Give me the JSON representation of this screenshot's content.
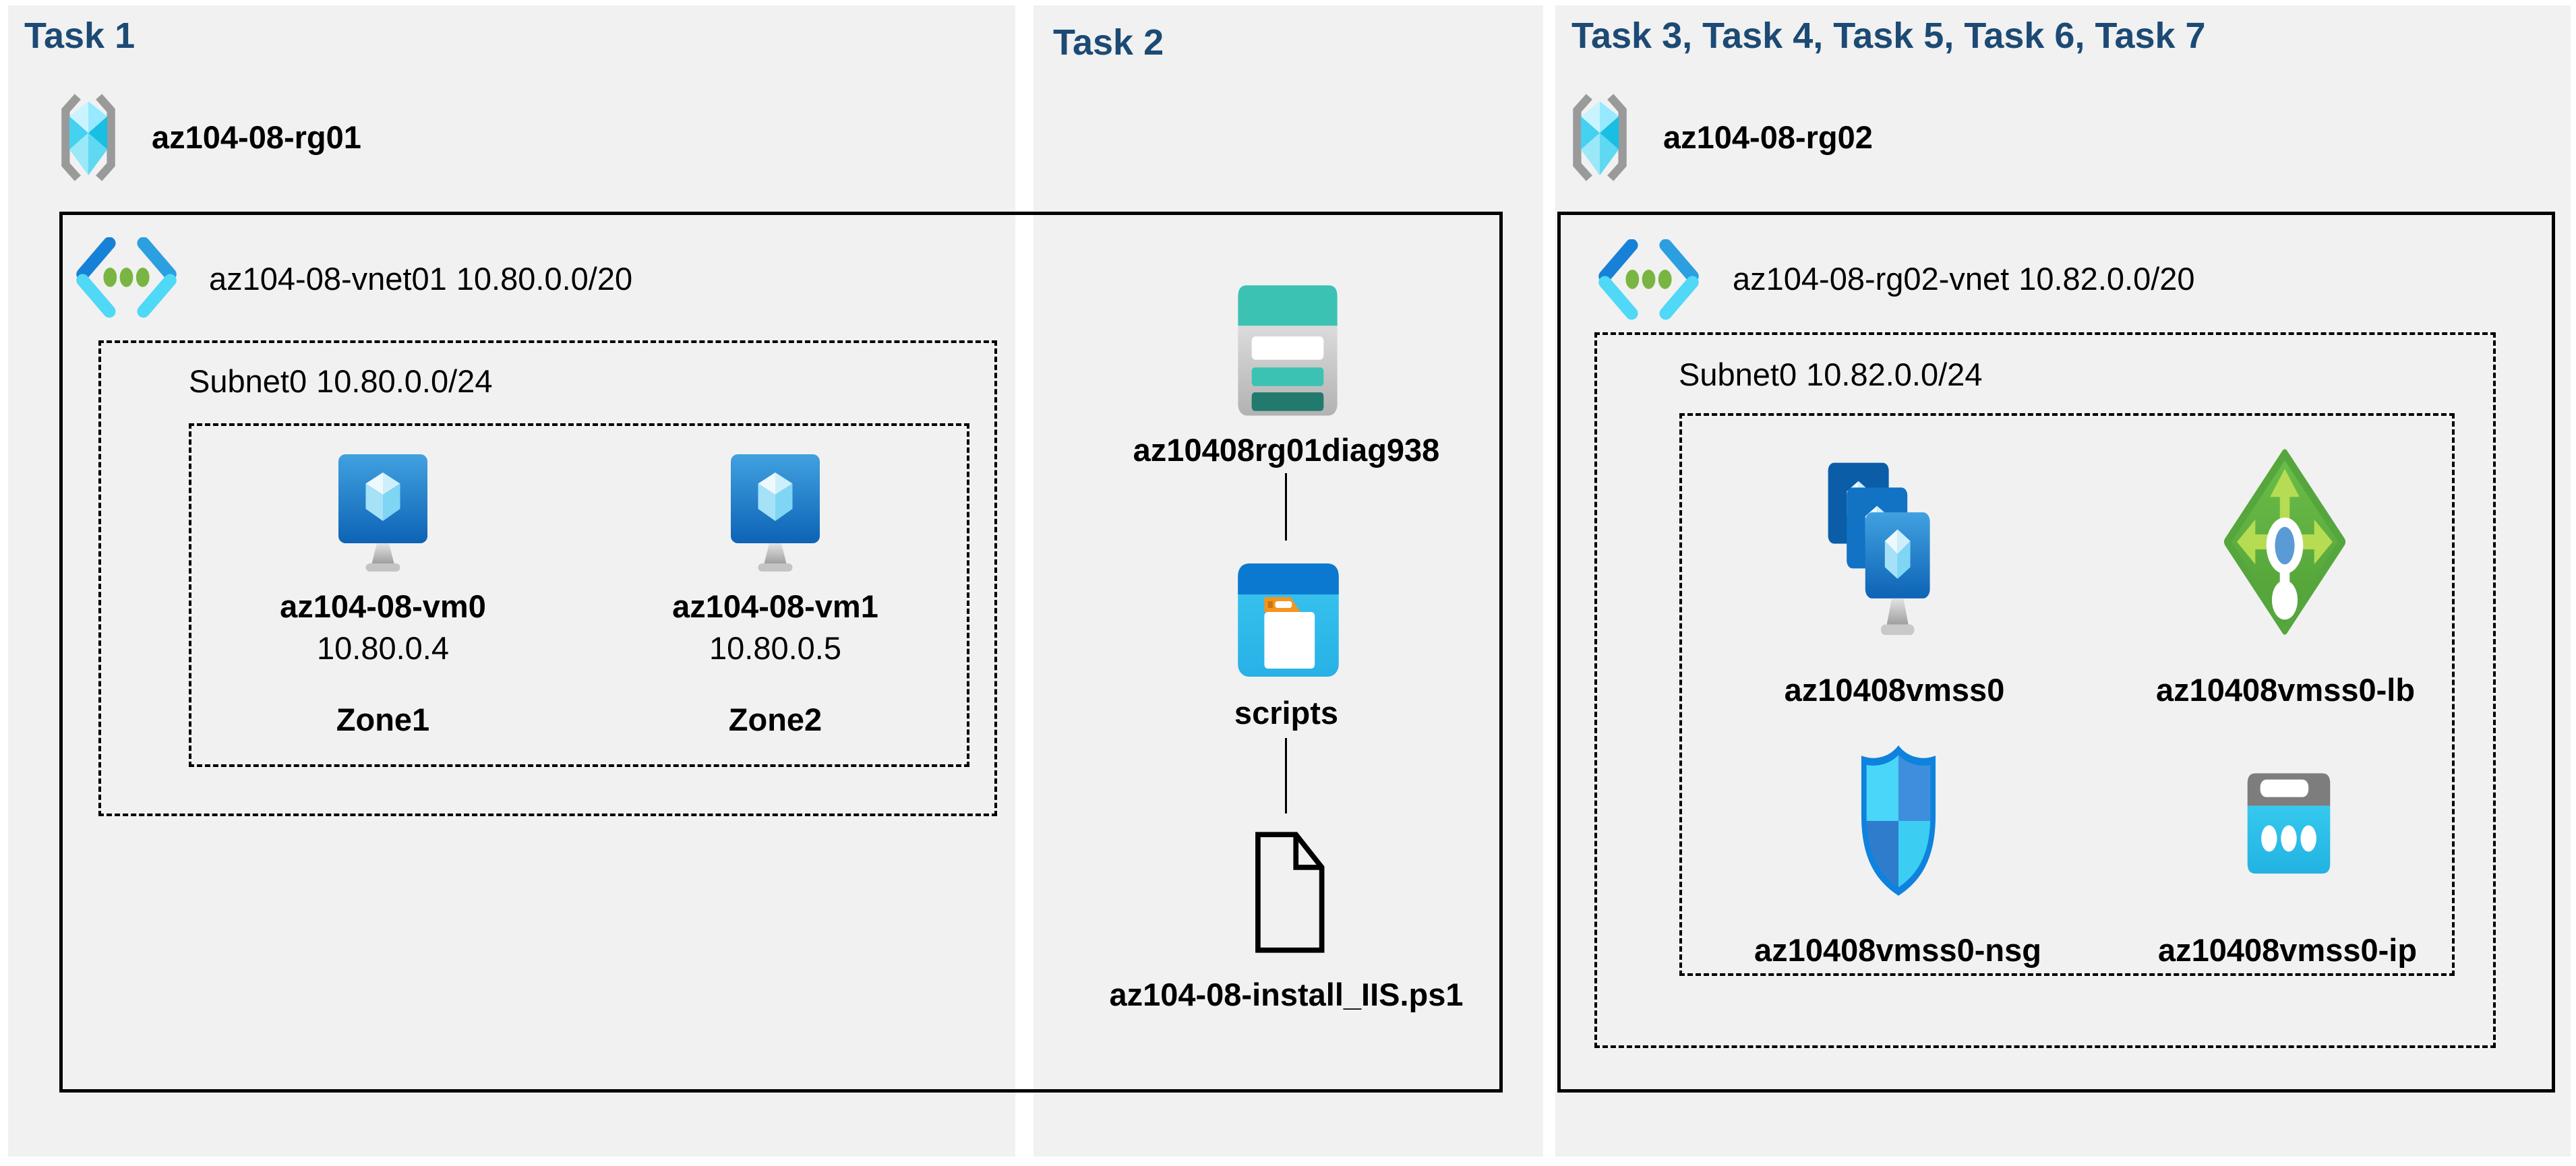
{
  "colors": {
    "page_background": "#ffffff",
    "panel_background": "#f1f1f1",
    "task_title": "#1c4a74",
    "diagram_lines": "#000000",
    "azure_blue": "#0d63b5",
    "cyan": "#50d8f7",
    "teal": "#3bc2b3",
    "green": "#5dbb46",
    "orange": "#f5941e"
  },
  "panels": [
    {
      "id": "task1",
      "title": "Task 1",
      "resource_group": "az104-08-rg01",
      "resource_group_icon": "resource-group-icon",
      "vnet": {
        "name": "az104-08-vnet01",
        "cidr": "10.80.0.0/20",
        "icon": "virtual-network-icon"
      },
      "subnet": {
        "name": "Subnet0",
        "cidr": "10.80.0.0/24"
      },
      "vms": [
        {
          "name": "az104-08-vm0",
          "ip": "10.80.0.4",
          "zone": "Zone1",
          "icon": "virtual-machine-icon"
        },
        {
          "name": "az104-08-vm1",
          "ip": "10.80.0.5",
          "zone": "Zone2",
          "icon": "virtual-machine-icon"
        }
      ]
    },
    {
      "id": "task2",
      "title": "Task 2",
      "storage_account": "az10408rg01diag938",
      "storage_account_icon": "storage-account-icon",
      "container": "scripts",
      "container_icon": "blob-container-icon",
      "file": "az104-08-install_IIS.ps1",
      "file_icon": "file-icon"
    },
    {
      "id": "task3",
      "title": "Task 3, Task 4, Task 5, Task 6, Task 7",
      "resource_group": "az104-08-rg02",
      "resource_group_icon": "resource-group-icon",
      "vnet": {
        "name": "az104-08-rg02-vnet",
        "cidr": "10.82.0.0/20",
        "icon": "virtual-network-icon"
      },
      "subnet": {
        "name": "Subnet0",
        "cidr": "10.82.0.0/24"
      },
      "resources": [
        {
          "name": "az10408vmss0",
          "type": "vm-scale-set",
          "icon": "vmss-icon"
        },
        {
          "name": "az10408vmss0-lb",
          "type": "load-balancer",
          "icon": "load-balancer-icon"
        },
        {
          "name": "az10408vmss0-nsg",
          "type": "network-security-group",
          "icon": "nsg-icon"
        },
        {
          "name": "az10408vmss0-ip",
          "type": "public-ip",
          "icon": "public-ip-icon"
        }
      ]
    }
  ]
}
